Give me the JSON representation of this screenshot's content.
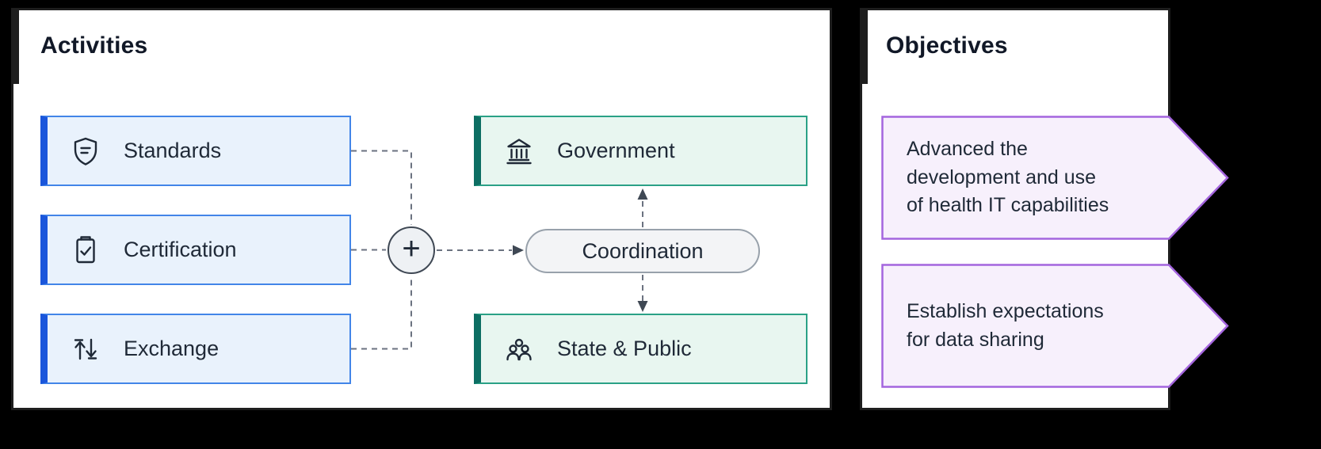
{
  "activities": {
    "title": "Activities",
    "items": [
      {
        "label": "Standards",
        "icon": "shield-document-icon"
      },
      {
        "label": "Certification",
        "icon": "clipboard-check-icon"
      },
      {
        "label": "Exchange",
        "icon": "exchange-arrows-icon"
      }
    ],
    "combiner_symbol": "+",
    "coordination_label": "Coordination",
    "targets": [
      {
        "label": "Government",
        "icon": "government-building-icon"
      },
      {
        "label": "State & Public",
        "icon": "people-group-icon"
      }
    ]
  },
  "objectives": {
    "title": "Objectives",
    "items": [
      {
        "text": "Advanced the development and use of health IT capabilities"
      },
      {
        "text": "Establish expectations for data sharing"
      }
    ]
  },
  "colors": {
    "activity_accent": "#1a56db",
    "activity_border": "#4285e8",
    "activity_fill": "#e9f2fc",
    "target_accent": "#0d6e63",
    "target_border": "#2aa186",
    "target_fill": "#e8f6f0",
    "objective_border": "#a465de",
    "objective_fill": "#f7f0fc",
    "connector_gray": "#6b7280",
    "panel_border": "#1e1e1e"
  }
}
